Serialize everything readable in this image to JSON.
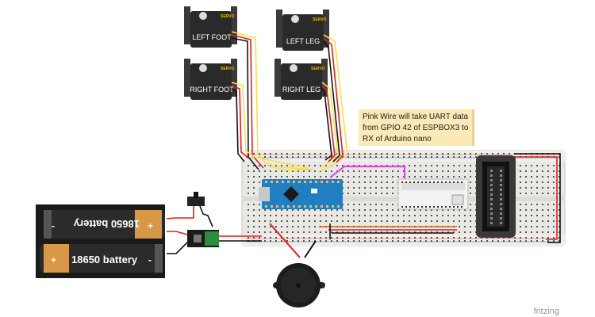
{
  "servos": [
    {
      "id": "left-foot",
      "label": "LEFT FOOT",
      "brand": "SERVO"
    },
    {
      "id": "right-foot",
      "label": "RIGHT FOOT",
      "brand": "SERVO"
    },
    {
      "id": "left-leg",
      "label": "LEFT LEG",
      "brand": "SERVO"
    },
    {
      "id": "right-leg",
      "label": "RIGHT LEG",
      "brand": "SERVO"
    }
  ],
  "batteries": [
    {
      "label": "18650 battery",
      "plus": "+",
      "minus": "-",
      "orientation": "flipped"
    },
    {
      "label": "18650 battery",
      "plus": "+",
      "minus": "-",
      "orientation": "normal"
    }
  ],
  "note": {
    "lines": [
      "Pink Wire will take UART data",
      "from GPIO 42 of ESPBOX3 to",
      "RX of Arduino nano"
    ]
  },
  "watermark": "fritzing",
  "colors": {
    "breadboard": "#e8e8e4",
    "arduino": "#1f7fc2",
    "servo_body": "#2a2a2a",
    "wire_yellow": "#f5e04a",
    "wire_red": "#e01e1e",
    "wire_black": "#111111",
    "wire_pink": "#e040e0",
    "wire_orange": "#c86a1e",
    "note_bg": "#fbe9b6"
  }
}
